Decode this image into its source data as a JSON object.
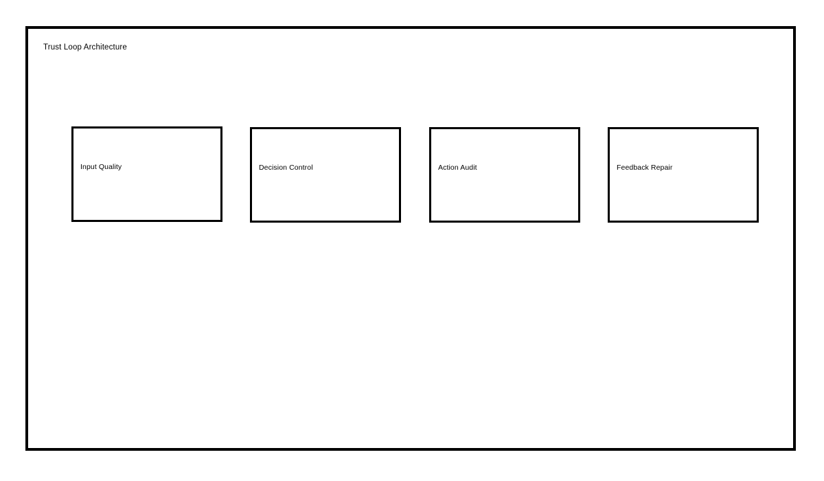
{
  "diagram": {
    "title": "Trust Loop Architecture",
    "frame": {
      "border_color": "#000000",
      "background_color": "#ffffff"
    },
    "nodes": [
      {
        "label": "Input Quality"
      },
      {
        "label": "Decision Control"
      },
      {
        "label": "Action Audit"
      },
      {
        "label": "Feedback Repair"
      }
    ]
  }
}
